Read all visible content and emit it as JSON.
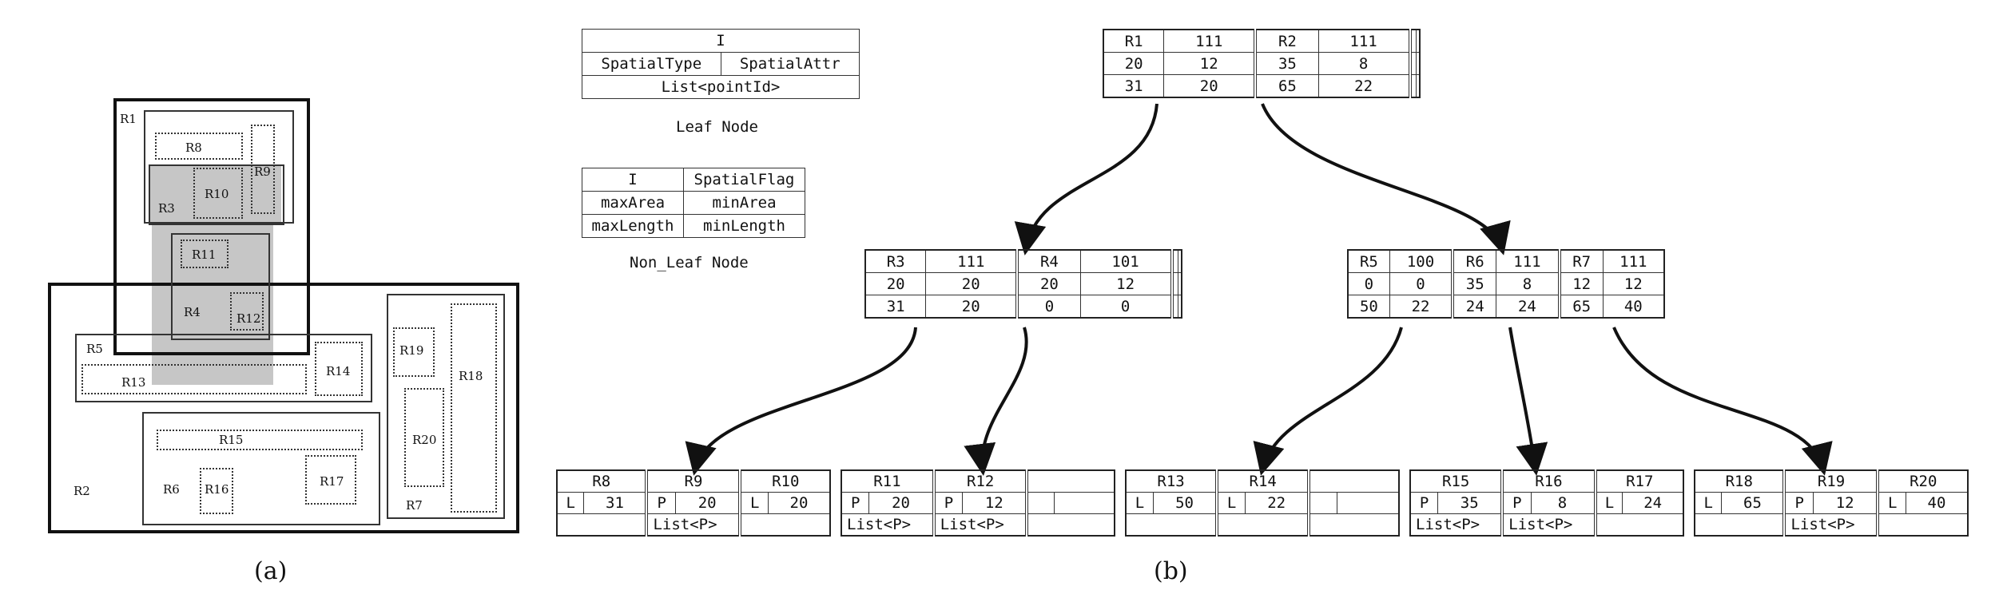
{
  "panel_a": {
    "label": "(a)",
    "regions": {
      "R1": "R1",
      "R2": "R2",
      "R3": "R3",
      "R4": "R4",
      "R5": "R5",
      "R6": "R6",
      "R7": "R7",
      "R8": "R8",
      "R9": "R9",
      "R10": "R10",
      "R11": "R11",
      "R12": "R12",
      "R13": "R13",
      "R14": "R14",
      "R15": "R15",
      "R16": "R16",
      "R17": "R17",
      "R18": "R18",
      "R19": "R19",
      "R20": "R20"
    }
  },
  "panel_b": {
    "label": "(b)",
    "leaf_legend": {
      "row1": "I",
      "row2_a": "SpatialType",
      "row2_b": "SpatialAttr",
      "row3": "List<pointId>",
      "caption": "Leaf Node"
    },
    "nonleaf_legend": {
      "row1_a": "I",
      "row1_b": "SpatialFlag",
      "row2_a": "maxArea",
      "row2_b": "minArea",
      "row3_a": "maxLength",
      "row3_b": "minLength",
      "caption": "Non_Leaf Node"
    },
    "root": [
      [
        "R1",
        "111",
        "R2",
        "111",
        "",
        ""
      ],
      [
        "20",
        "12",
        "35",
        "8",
        "",
        ""
      ],
      [
        "31",
        "20",
        "65",
        "22",
        "",
        ""
      ]
    ],
    "inner_left": [
      [
        "R3",
        "111",
        "R4",
        "101",
        "",
        ""
      ],
      [
        "20",
        "20",
        "20",
        "12",
        "",
        ""
      ],
      [
        "31",
        "20",
        "0",
        "0",
        "",
        ""
      ]
    ],
    "inner_right": [
      [
        "R5",
        "100",
        "R6",
        "111",
        "R7",
        "111"
      ],
      [
        "0",
        "0",
        "35",
        "8",
        "12",
        "12"
      ],
      [
        "50",
        "22",
        "24",
        "24",
        "65",
        "40"
      ]
    ],
    "leaves": [
      {
        "names": [
          "R8",
          "R9",
          "R10"
        ],
        "attrs": [
          [
            "L",
            "31"
          ],
          [
            "P",
            "20"
          ],
          [
            "L",
            "20"
          ]
        ],
        "lists": [
          "",
          "List<P>",
          ""
        ]
      },
      {
        "names": [
          "R11",
          "R12",
          ""
        ],
        "attrs": [
          [
            "P",
            "20"
          ],
          [
            "P",
            "12"
          ],
          [
            "",
            ""
          ]
        ],
        "lists": [
          "List<P>",
          "List<P>",
          ""
        ]
      },
      {
        "names": [
          "R13",
          "R14",
          ""
        ],
        "attrs": [
          [
            "L",
            "50"
          ],
          [
            "L",
            "22"
          ],
          [
            "",
            ""
          ]
        ],
        "lists": [
          "",
          "",
          ""
        ]
      },
      {
        "names": [
          "R15",
          "R16",
          "R17"
        ],
        "attrs": [
          [
            "P",
            "35"
          ],
          [
            "P",
            "8"
          ],
          [
            "L",
            "24"
          ]
        ],
        "lists": [
          "List<P>",
          "List<P>",
          ""
        ]
      },
      {
        "names": [
          "R18",
          "R19",
          "R20"
        ],
        "attrs": [
          [
            "L",
            "65"
          ],
          [
            "P",
            "12"
          ],
          [
            "L",
            "40"
          ]
        ],
        "lists": [
          "",
          "List<P>",
          ""
        ]
      }
    ]
  }
}
